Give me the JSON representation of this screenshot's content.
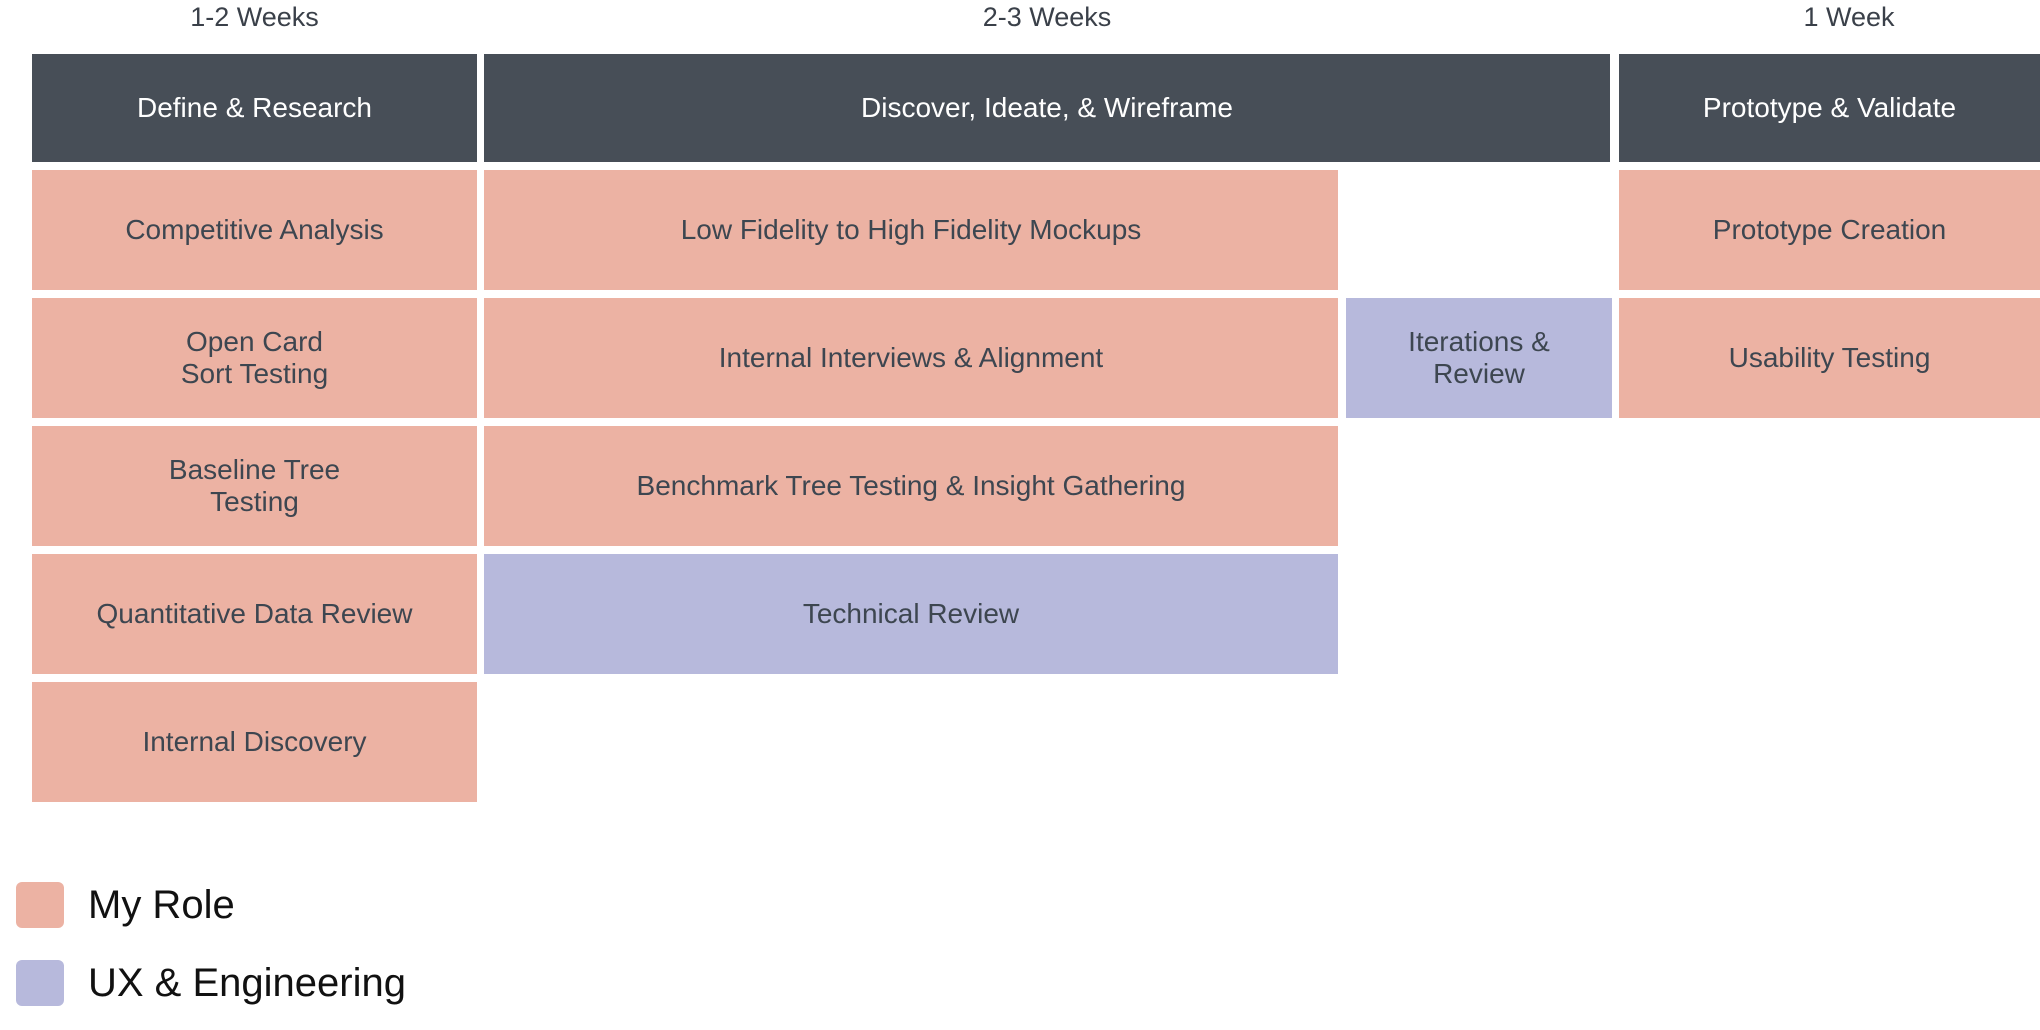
{
  "durations": {
    "col1": "1-2 Weeks",
    "col2": "2-3 Weeks",
    "col3": "1 Week"
  },
  "phases": {
    "define": "Define & Research",
    "discover": "Discover, Ideate, & Wireframe",
    "prototype": "Prototype & Validate"
  },
  "tasks": {
    "competitive_analysis": "Competitive Analysis",
    "open_card_sort": "Open Card\nSort Testing",
    "baseline_tree": "Baseline Tree\nTesting",
    "quantitative_data": "Quantitative Data Review",
    "internal_discovery": "Internal Discovery",
    "mockups": "Low Fidelity to High Fidelity Mockups",
    "interviews": "Internal Interviews & Alignment",
    "benchmark": "Benchmark Tree Testing & Insight Gathering",
    "technical_review": "Technical Review",
    "iterations": "Iterations &\nReview",
    "prototype_creation": "Prototype Creation",
    "usability_testing": "Usability Testing"
  },
  "legend": [
    {
      "label": "My Role",
      "color": "#ecb2a3"
    },
    {
      "label": "UX & Engineering",
      "color": "#b7b9dc"
    }
  ],
  "colors": {
    "phase_header": "#474e57",
    "my_role": "#ecb2a3",
    "ux_engineering": "#b7b9dc"
  }
}
